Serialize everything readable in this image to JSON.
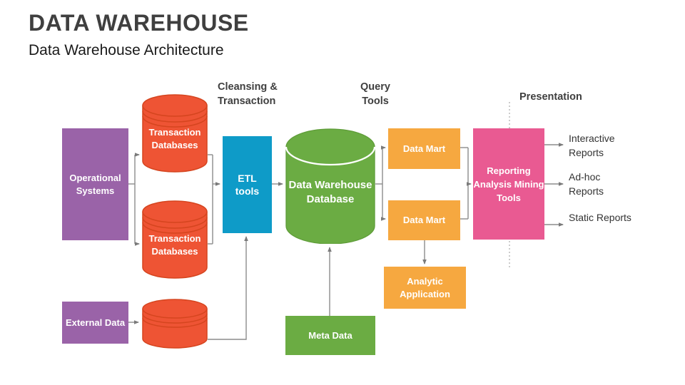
{
  "slide": {
    "title": "DATA WAREHOUSE",
    "subtitle": "Data Warehouse Architecture"
  },
  "stage_labels": {
    "cleansing": "Cleansing & Transaction",
    "query": "Query Tools",
    "presentation": "Presentation"
  },
  "nodes": {
    "operational_systems": "Operational Systems",
    "transaction_db_top": "Transaction Databases",
    "transaction_db_bottom": "Transaction Databases",
    "etl": "ETL tools",
    "data_warehouse": "Data Warehouse Database",
    "data_mart_top": "Data Mart",
    "data_mart_bottom": "Data Mart",
    "analytic_application": "Analytic Application",
    "reporting": "Reporting Analysis Mining Tools",
    "external_data": "External Data",
    "meta_data": "Meta Data"
  },
  "outputs": {
    "interactive": "Interactive Reports",
    "adhoc": "Ad-hoc Reports",
    "static": "Static Reports"
  },
  "colors": {
    "purple": "#9A63A8",
    "red": "#EE5434",
    "red_outline": "#D5451F",
    "blue": "#0E9BC8",
    "green": "#6BAC43",
    "green_outline": "#5E9C38",
    "orange": "#F6A840",
    "pink": "#E95A92",
    "connector": "#8C8C8C",
    "label_dark": "#3F3F3F"
  }
}
